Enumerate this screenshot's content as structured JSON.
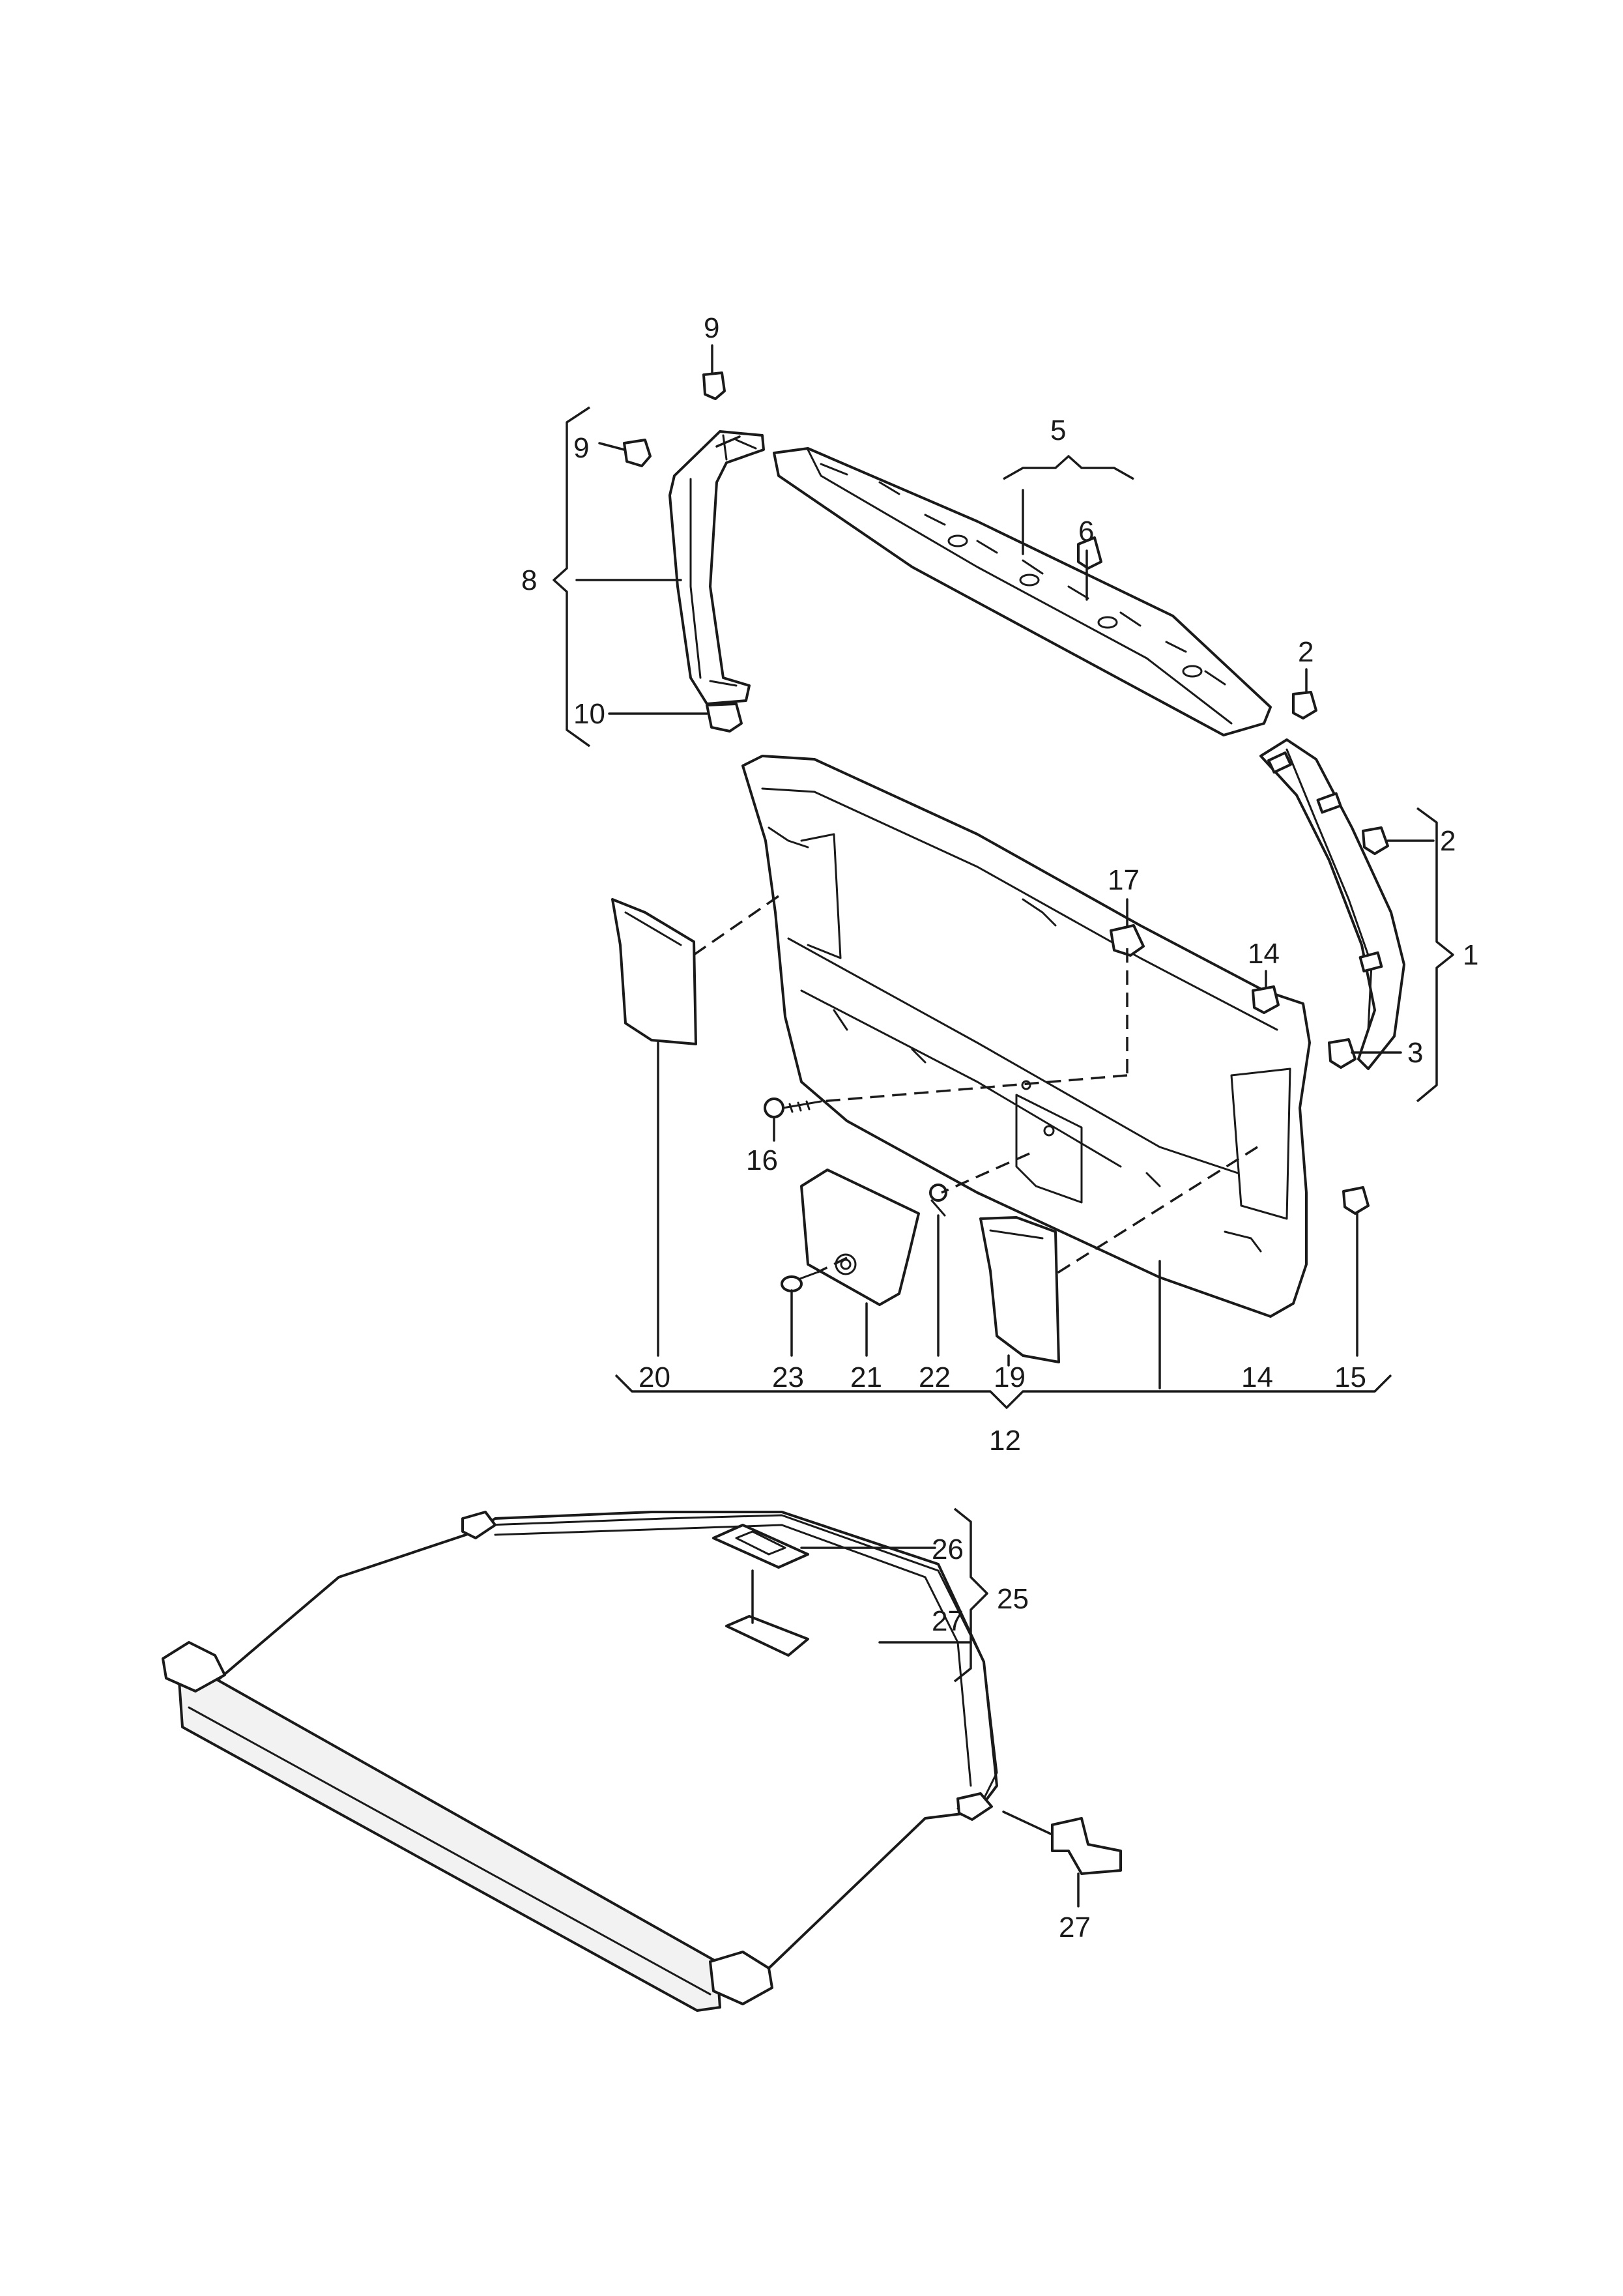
{
  "diagram": {
    "callouts": {
      "c1": "1",
      "c2a": "2",
      "c2b": "2",
      "c3": "3",
      "c5": "5",
      "c6": "6",
      "c8": "8",
      "c9a": "9",
      "c9b": "9",
      "c10": "10",
      "c12": "12",
      "c14a": "14",
      "c14b": "14",
      "c15": "15",
      "c16": "16",
      "c17": "17",
      "c19": "19",
      "c20": "20",
      "c21": "21",
      "c22": "22",
      "c23": "23",
      "c25": "25",
      "c26": "26",
      "c27a": "27",
      "c27b": "27"
    }
  }
}
